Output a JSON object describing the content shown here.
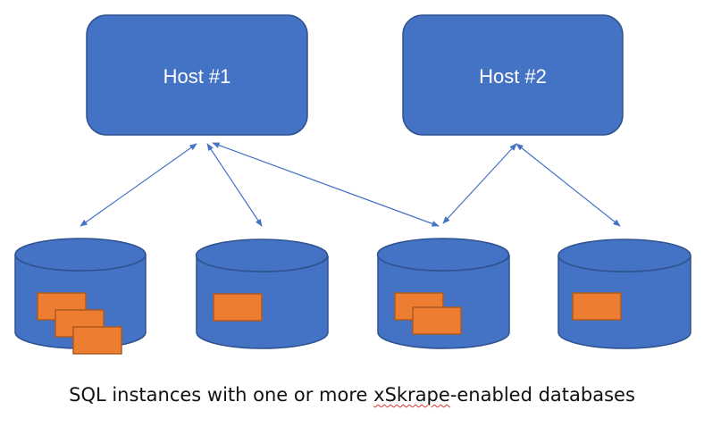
{
  "colors": {
    "host_fill": "#4472c4",
    "host_stroke": "#2f528f",
    "db_fill": "#4472c4",
    "db_stroke": "#2f528f",
    "table_fill": "#ed7d31",
    "table_stroke": "#ae5a21",
    "connector": "#4472c4",
    "caption_text": "#111111"
  },
  "hosts": [
    {
      "id": "host-1",
      "label": "Host #1"
    },
    {
      "id": "host-2",
      "label": "Host #2"
    }
  ],
  "instances": [
    {
      "id": "sql-instance-1",
      "database_count": 3
    },
    {
      "id": "sql-instance-2",
      "database_count": 1
    },
    {
      "id": "sql-instance-3",
      "database_count": 2
    },
    {
      "id": "sql-instance-4",
      "database_count": 1
    }
  ],
  "connections": [
    {
      "host": "host-1",
      "instance": "sql-instance-1"
    },
    {
      "host": "host-1",
      "instance": "sql-instance-2"
    },
    {
      "host": "host-1",
      "instance": "sql-instance-3"
    },
    {
      "host": "host-2",
      "instance": "sql-instance-3"
    },
    {
      "host": "host-2",
      "instance": "sql-instance-4"
    }
  ],
  "caption": {
    "before": "SQL instances with one or more ",
    "spell_flagged": "xSkrape",
    "after": "-enabled databases"
  }
}
